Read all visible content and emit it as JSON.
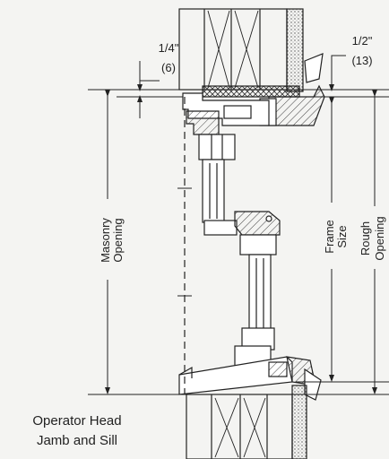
{
  "dimensions": {
    "head_gap": {
      "fraction": "1/4\"",
      "metric": "(6)"
    },
    "frame_gap": {
      "fraction": "1/2\"",
      "metric": "(13)"
    }
  },
  "labels": {
    "masonry": [
      "Masonry",
      "Opening"
    ],
    "frame": [
      "Frame",
      "Size"
    ],
    "rough": [
      "Rough",
      "Opening"
    ]
  },
  "caption": [
    "Operator Head",
    "Jamb and Sill"
  ]
}
